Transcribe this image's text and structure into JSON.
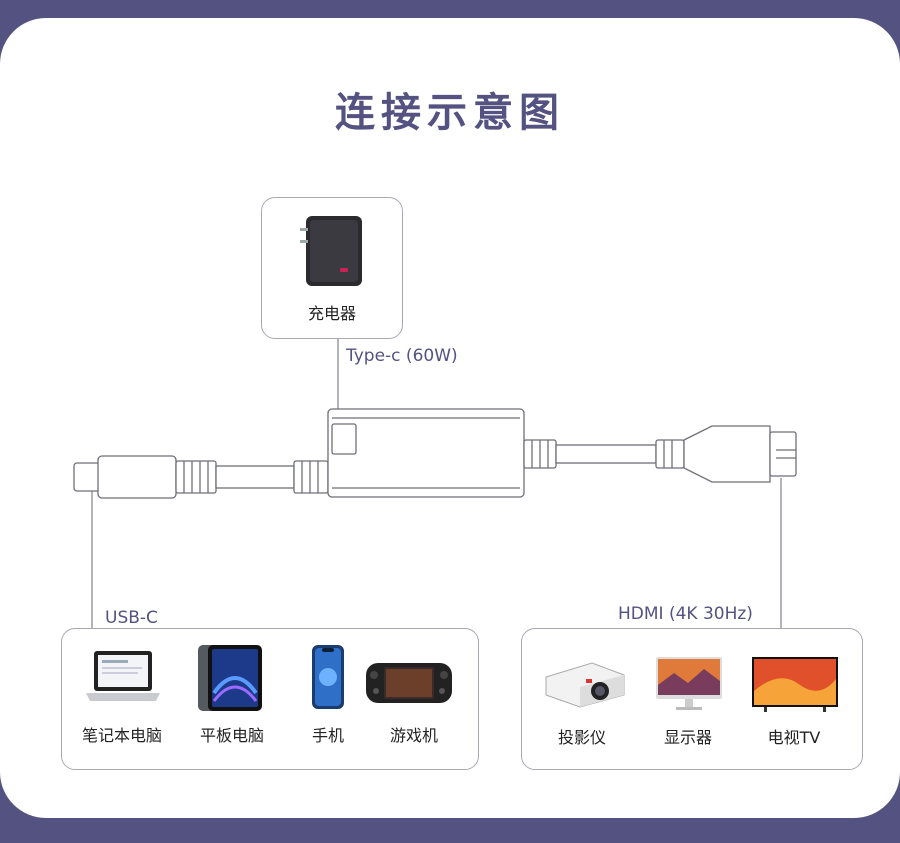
{
  "title": "连接示意图",
  "charger": {
    "label": "充电器"
  },
  "ports": {
    "power": "Type-c (60W)",
    "input": "USB-C",
    "output": "HDMI (4K 30Hz)"
  },
  "sources": [
    {
      "label": "笔记本电脑",
      "icon": "laptop-icon"
    },
    {
      "label": "平板电脑",
      "icon": "tablet-icon"
    },
    {
      "label": "手机",
      "icon": "phone-icon"
    },
    {
      "label": "游戏机",
      "icon": "game-console-icon"
    }
  ],
  "displays": [
    {
      "label": "投影仪",
      "icon": "projector-icon"
    },
    {
      "label": "显示器",
      "icon": "monitor-icon"
    },
    {
      "label": "电视TV",
      "icon": "tv-icon"
    }
  ],
  "colors": {
    "accent": "#545281",
    "line": "#8a8a94",
    "frame": "#545281"
  }
}
